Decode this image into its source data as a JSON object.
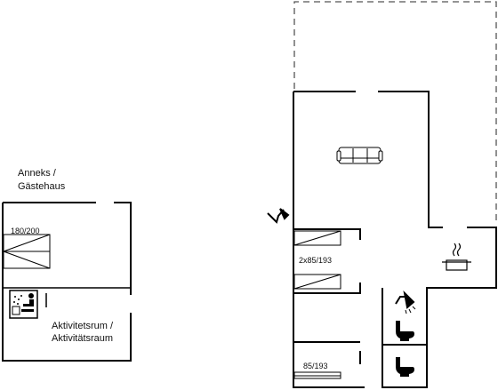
{
  "annex": {
    "title_line1": "Anneks /",
    "title_line2": "Gästehaus",
    "bed_label": "180/200",
    "room_line1": "Aktivitetsrum /",
    "room_line2": "Aktivitätsraum"
  },
  "main_house": {
    "bedroom_bunk_label": "2x85/193",
    "bedroom_single_label": "85/193"
  },
  "icons": [
    "sofa-icon",
    "cooking-pot-icon",
    "shower-icon",
    "toilet-icon",
    "sauna-icon",
    "bed-icon"
  ],
  "colors": {
    "wall": "#000000",
    "outline_dashed": "#555555",
    "background": "#ffffff"
  }
}
